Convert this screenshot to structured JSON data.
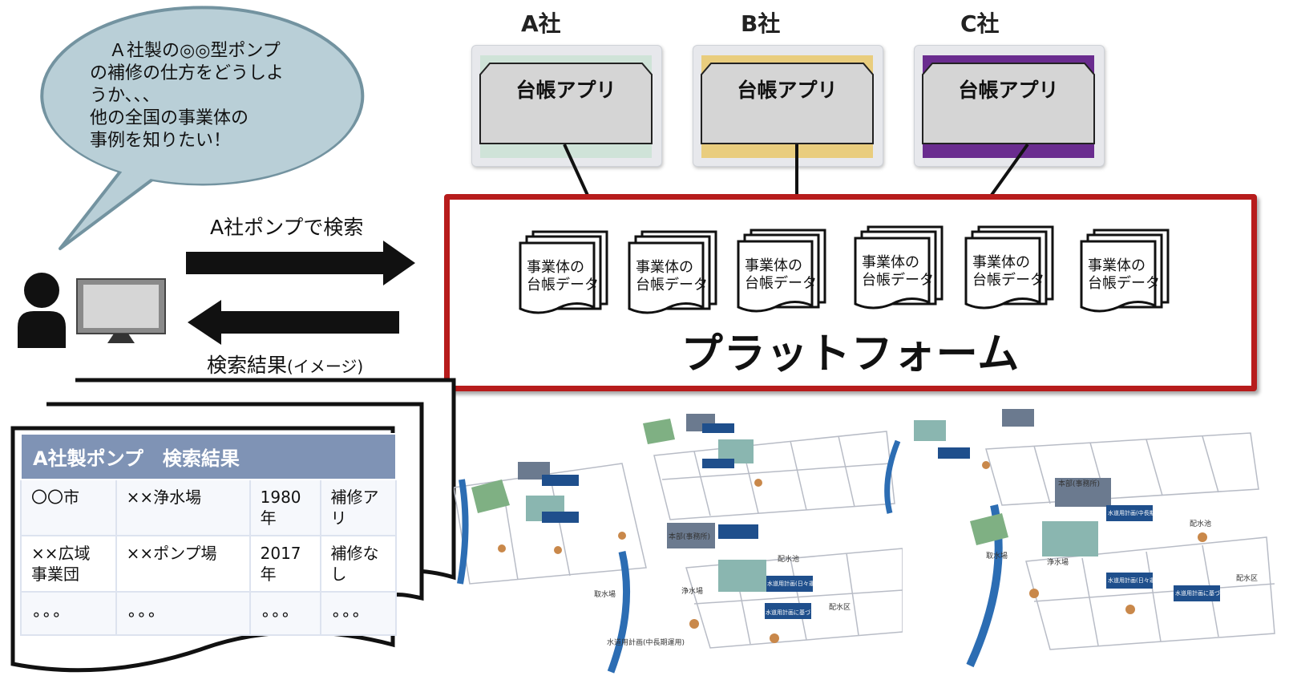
{
  "companies": [
    {
      "name": "A社",
      "app_label": "台帳アプリ",
      "color": "#cfe3d8"
    },
    {
      "name": "B社",
      "app_label": "台帳アプリ",
      "color": "#e9cd7e"
    },
    {
      "name": "C社",
      "app_label": "台帳アプリ",
      "color": "#6a2c8f"
    }
  ],
  "platform": {
    "title": "プラットフォーム",
    "doc_line1": "事業体の",
    "doc_line2": "台帳データ",
    "border_color": "#b71c1c"
  },
  "speech_bubble": {
    "lines": [
      "Ａ社製の◎◎型ポンプ",
      "の補修の仕方をどうしよ",
      "うか、、、",
      "他の全国の事業体の",
      "事例を知りたい！"
    ]
  },
  "arrows": {
    "search_label": "A社ポンプで検索",
    "result_label": "検索結果",
    "result_label_small": "(イメージ)"
  },
  "search_results": {
    "title": "A社製ポンプ　検索結果",
    "rows": [
      [
        "〇〇市",
        "××浄水場",
        "1980年",
        "補修アリ"
      ],
      [
        "××広域事業団",
        "××ポンプ場",
        "2017年",
        "補修なし"
      ],
      [
        "∘∘∘",
        "∘∘∘",
        "∘∘∘",
        "∘∘∘"
      ]
    ],
    "header_color": "#7f93b5"
  },
  "illustrations": {
    "labels_left": [
      "取水場",
      "浄水場",
      "配水池",
      "配水区",
      "本部(事務所)",
      "水道用計画(日々運用)",
      "水道用計画(中長期運用)",
      "水道用計画に基づき操作"
    ],
    "labels_right": [
      "取水場",
      "浄水場",
      "配水池",
      "配水区",
      "本部(事務所)",
      "水道用計画(中長期運用)",
      "水道用計画(日々運用)",
      "水道用計画に基づき操作"
    ]
  }
}
